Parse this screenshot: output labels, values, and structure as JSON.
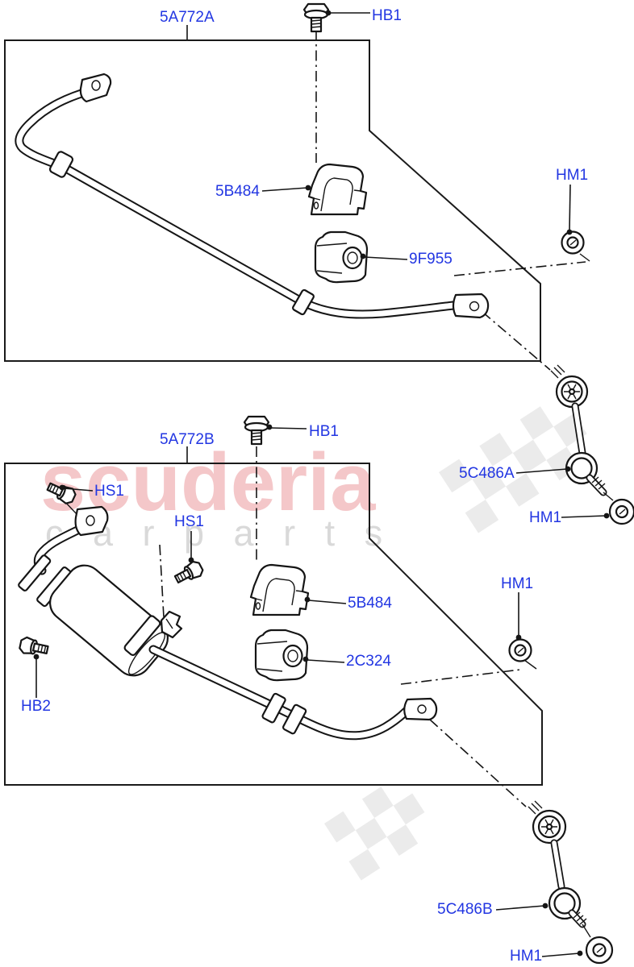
{
  "watermark": {
    "brand": "scuderia",
    "sub": "c a r p a r t s"
  },
  "colors": {
    "label_blue": "#2236e2",
    "line_black": "#151515",
    "watermark_pink": "rgba(222,90,96,0.34)",
    "watermark_gray": "#d9d9d9",
    "checker_gray": "#ebebeb"
  },
  "labels": [
    {
      "id": "front-bar",
      "text": "5A772A"
    },
    {
      "id": "front-bolt",
      "text": "HB1"
    },
    {
      "id": "front-bracket",
      "text": "5B484"
    },
    {
      "id": "front-bushing",
      "text": "9F955"
    },
    {
      "id": "front-link-nut-top",
      "text": "HM1"
    },
    {
      "id": "rear-bar",
      "text": "5A772B"
    },
    {
      "id": "rear-bolt",
      "text": "HB1"
    },
    {
      "id": "front-link",
      "text": "5C486A"
    },
    {
      "id": "front-link-nut-bottom",
      "text": "HM1"
    },
    {
      "id": "rear-screw-1",
      "text": "HS1"
    },
    {
      "id": "rear-screw-2",
      "text": "HS1"
    },
    {
      "id": "rear-link-nut-top",
      "text": "HM1"
    },
    {
      "id": "rear-bracket",
      "text": "5B484"
    },
    {
      "id": "rear-bushing",
      "text": "2C324"
    },
    {
      "id": "rear-bolt-2",
      "text": "HB2"
    },
    {
      "id": "rear-link",
      "text": "5C486B"
    },
    {
      "id": "rear-link-nut-bottom",
      "text": "HM1"
    }
  ]
}
